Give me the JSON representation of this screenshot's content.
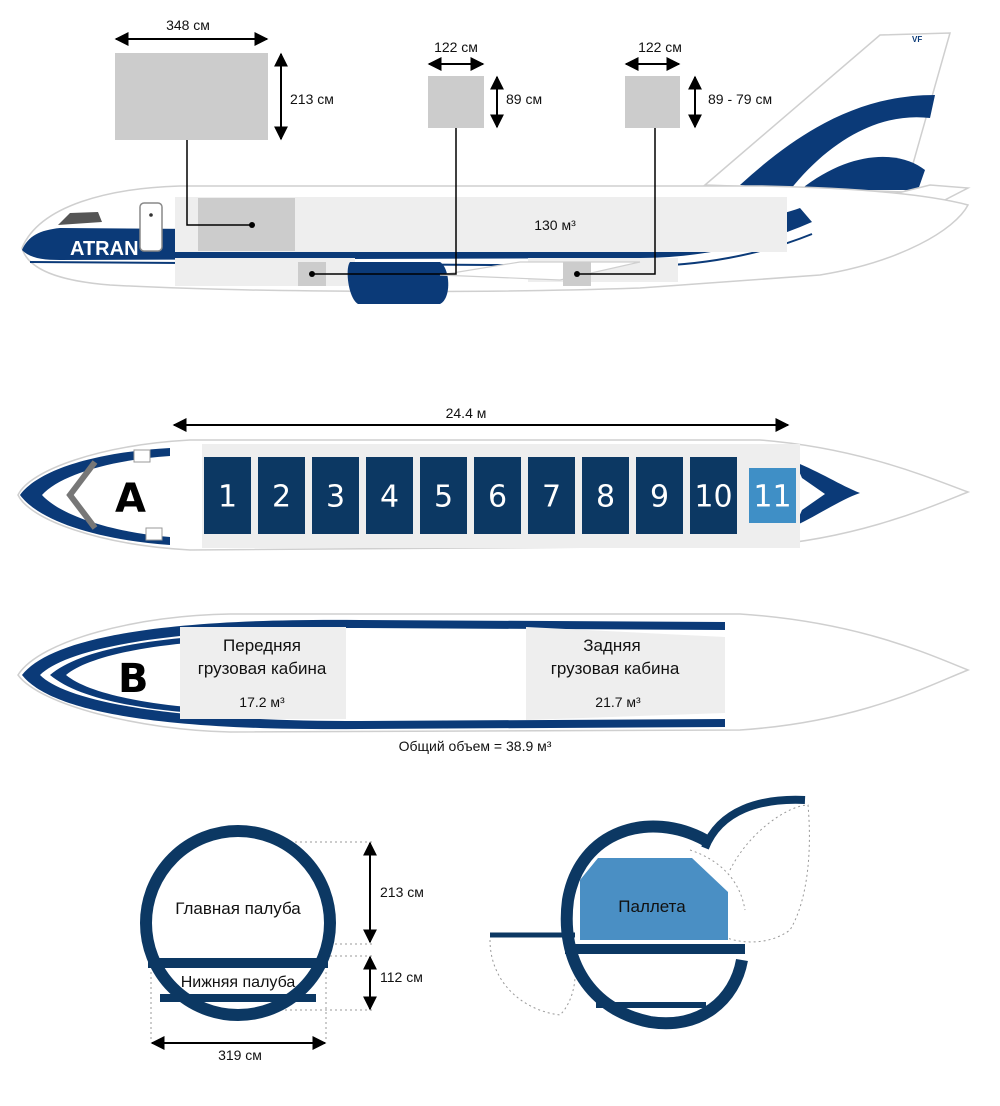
{
  "colors": {
    "navy": "#0b3a78",
    "slot_navy": "#0c3863",
    "slot_light": "#3f8fc6",
    "grey_box": "#cccccc",
    "hold_fill": "#eeeeee",
    "pallet": "#4a8fc4"
  },
  "side_view": {
    "logo": "ATRAN",
    "tail_mark": "VF",
    "main_volume": "130 м³",
    "container_big": {
      "width": "348 см",
      "height": "213 см"
    },
    "container_mid": {
      "width": "122 см",
      "height": "89 см"
    },
    "container_right": {
      "width": "122 см",
      "height": "89 - 79 см"
    }
  },
  "main_deck": {
    "letter": "A",
    "length": "24.4 м",
    "positions": [
      "1",
      "2",
      "3",
      "4",
      "5",
      "6",
      "7",
      "8",
      "9",
      "10",
      "11"
    ],
    "highlighted_position": "11"
  },
  "lower_deck": {
    "letter": "B",
    "front_hold": {
      "line1": "Передняя",
      "line2": "грузовая кабина",
      "volume": "17.2 м³"
    },
    "rear_hold": {
      "line1": "Задняя",
      "line2": "грузовая кабина",
      "volume": "21.7 м³"
    },
    "total": "Общий объем = 38.9 м³"
  },
  "cross_section": {
    "main_deck_label": "Главная палуба",
    "lower_deck_label": "Нижняя палуба",
    "main_height": "213 см",
    "lower_height": "112 см",
    "width": "319 см"
  },
  "door_section": {
    "pallet_label": "Паллета"
  }
}
